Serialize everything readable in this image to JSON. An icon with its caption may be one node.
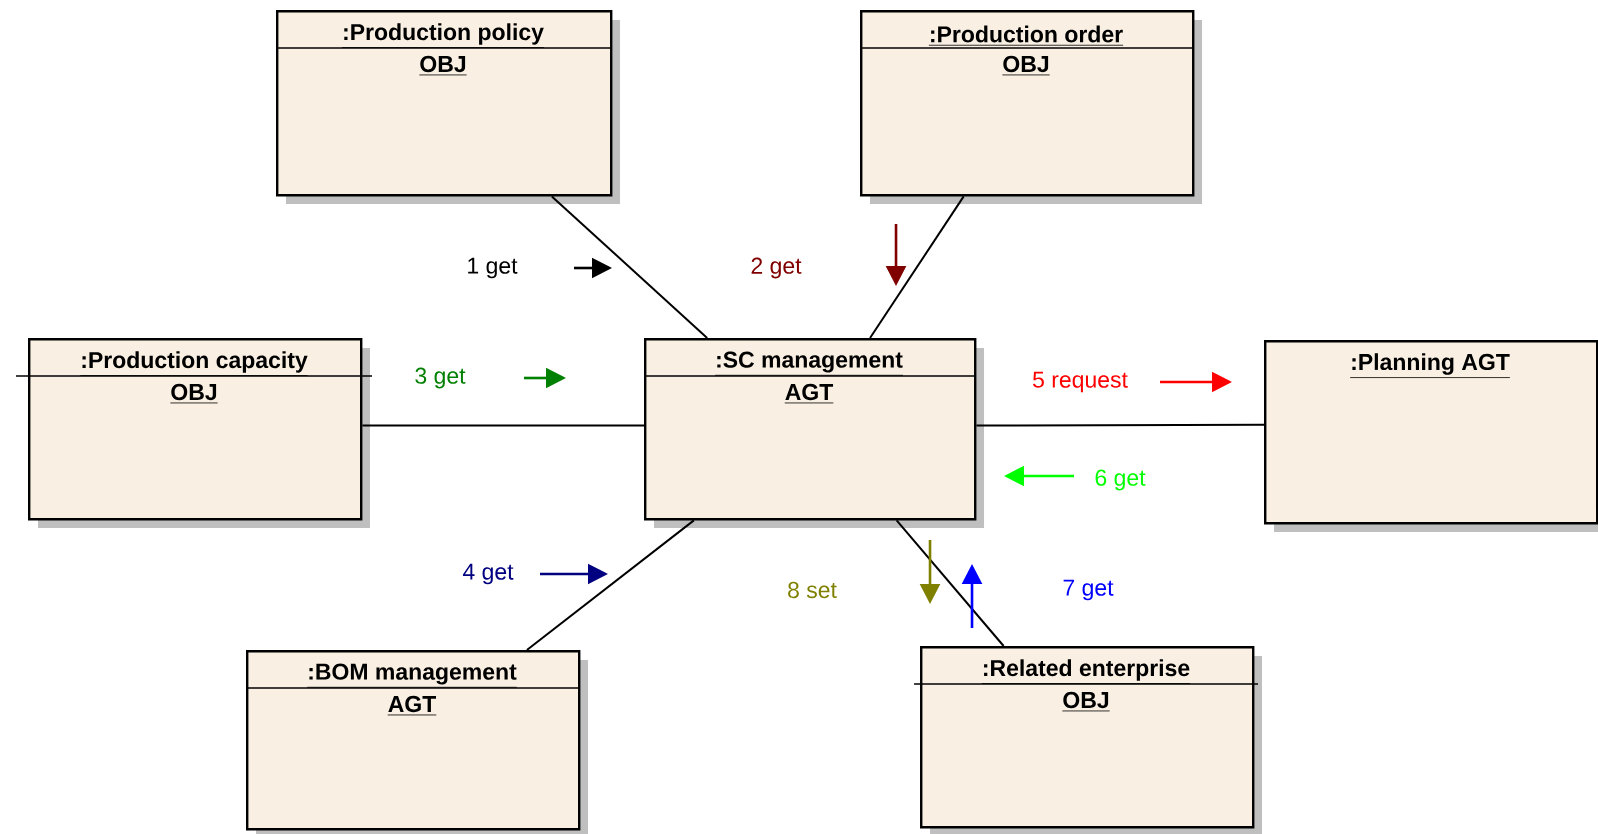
{
  "diagram": {
    "nodes": [
      {
        "text": [
          ":Production policy",
          "OBJ"
        ]
      },
      {
        "text": [
          ":Production order",
          "OBJ"
        ]
      },
      {
        "text": [
          ":Production capacity",
          "OBJ"
        ]
      },
      {
        "text": [
          ":SC management",
          "AGT"
        ]
      },
      {
        "text": [
          ":Planning AGT"
        ]
      },
      {
        "text": [
          ":BOM management",
          "AGT"
        ]
      },
      {
        "text": [
          ":Related enterprise",
          "OBJ"
        ]
      }
    ],
    "edges": [
      {
        "from": 0,
        "to": 3,
        "arrow": "none"
      },
      {
        "from": 1,
        "to": 3,
        "arrow": "none"
      },
      {
        "from": 2,
        "to": 3,
        "arrow": "none"
      },
      {
        "from": 3,
        "to": 4,
        "arrow": "none"
      },
      {
        "from": 5,
        "to": 3,
        "arrow": "none"
      },
      {
        "from": 3,
        "to": 6,
        "arrow": "none"
      }
    ],
    "labels": [
      "1 get",
      "2 get",
      "3 get",
      "5 request",
      "6 get",
      "4 get",
      "8 set",
      "7 get"
    ]
  }
}
